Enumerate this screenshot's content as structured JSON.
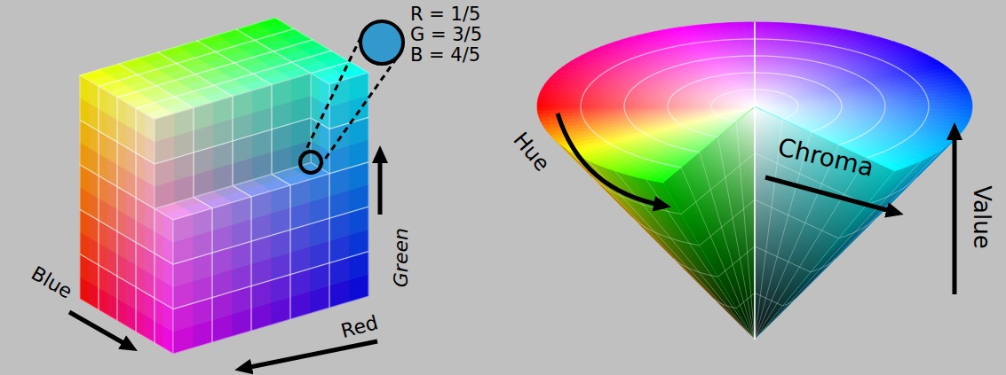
{
  "diagram": {
    "labels": [
      "R = 1/5",
      "G = 3/5",
      "B = 4/5",
      "Blue",
      "Green",
      "Red",
      "Hue",
      "Chroma",
      "Value"
    ]
  }
}
